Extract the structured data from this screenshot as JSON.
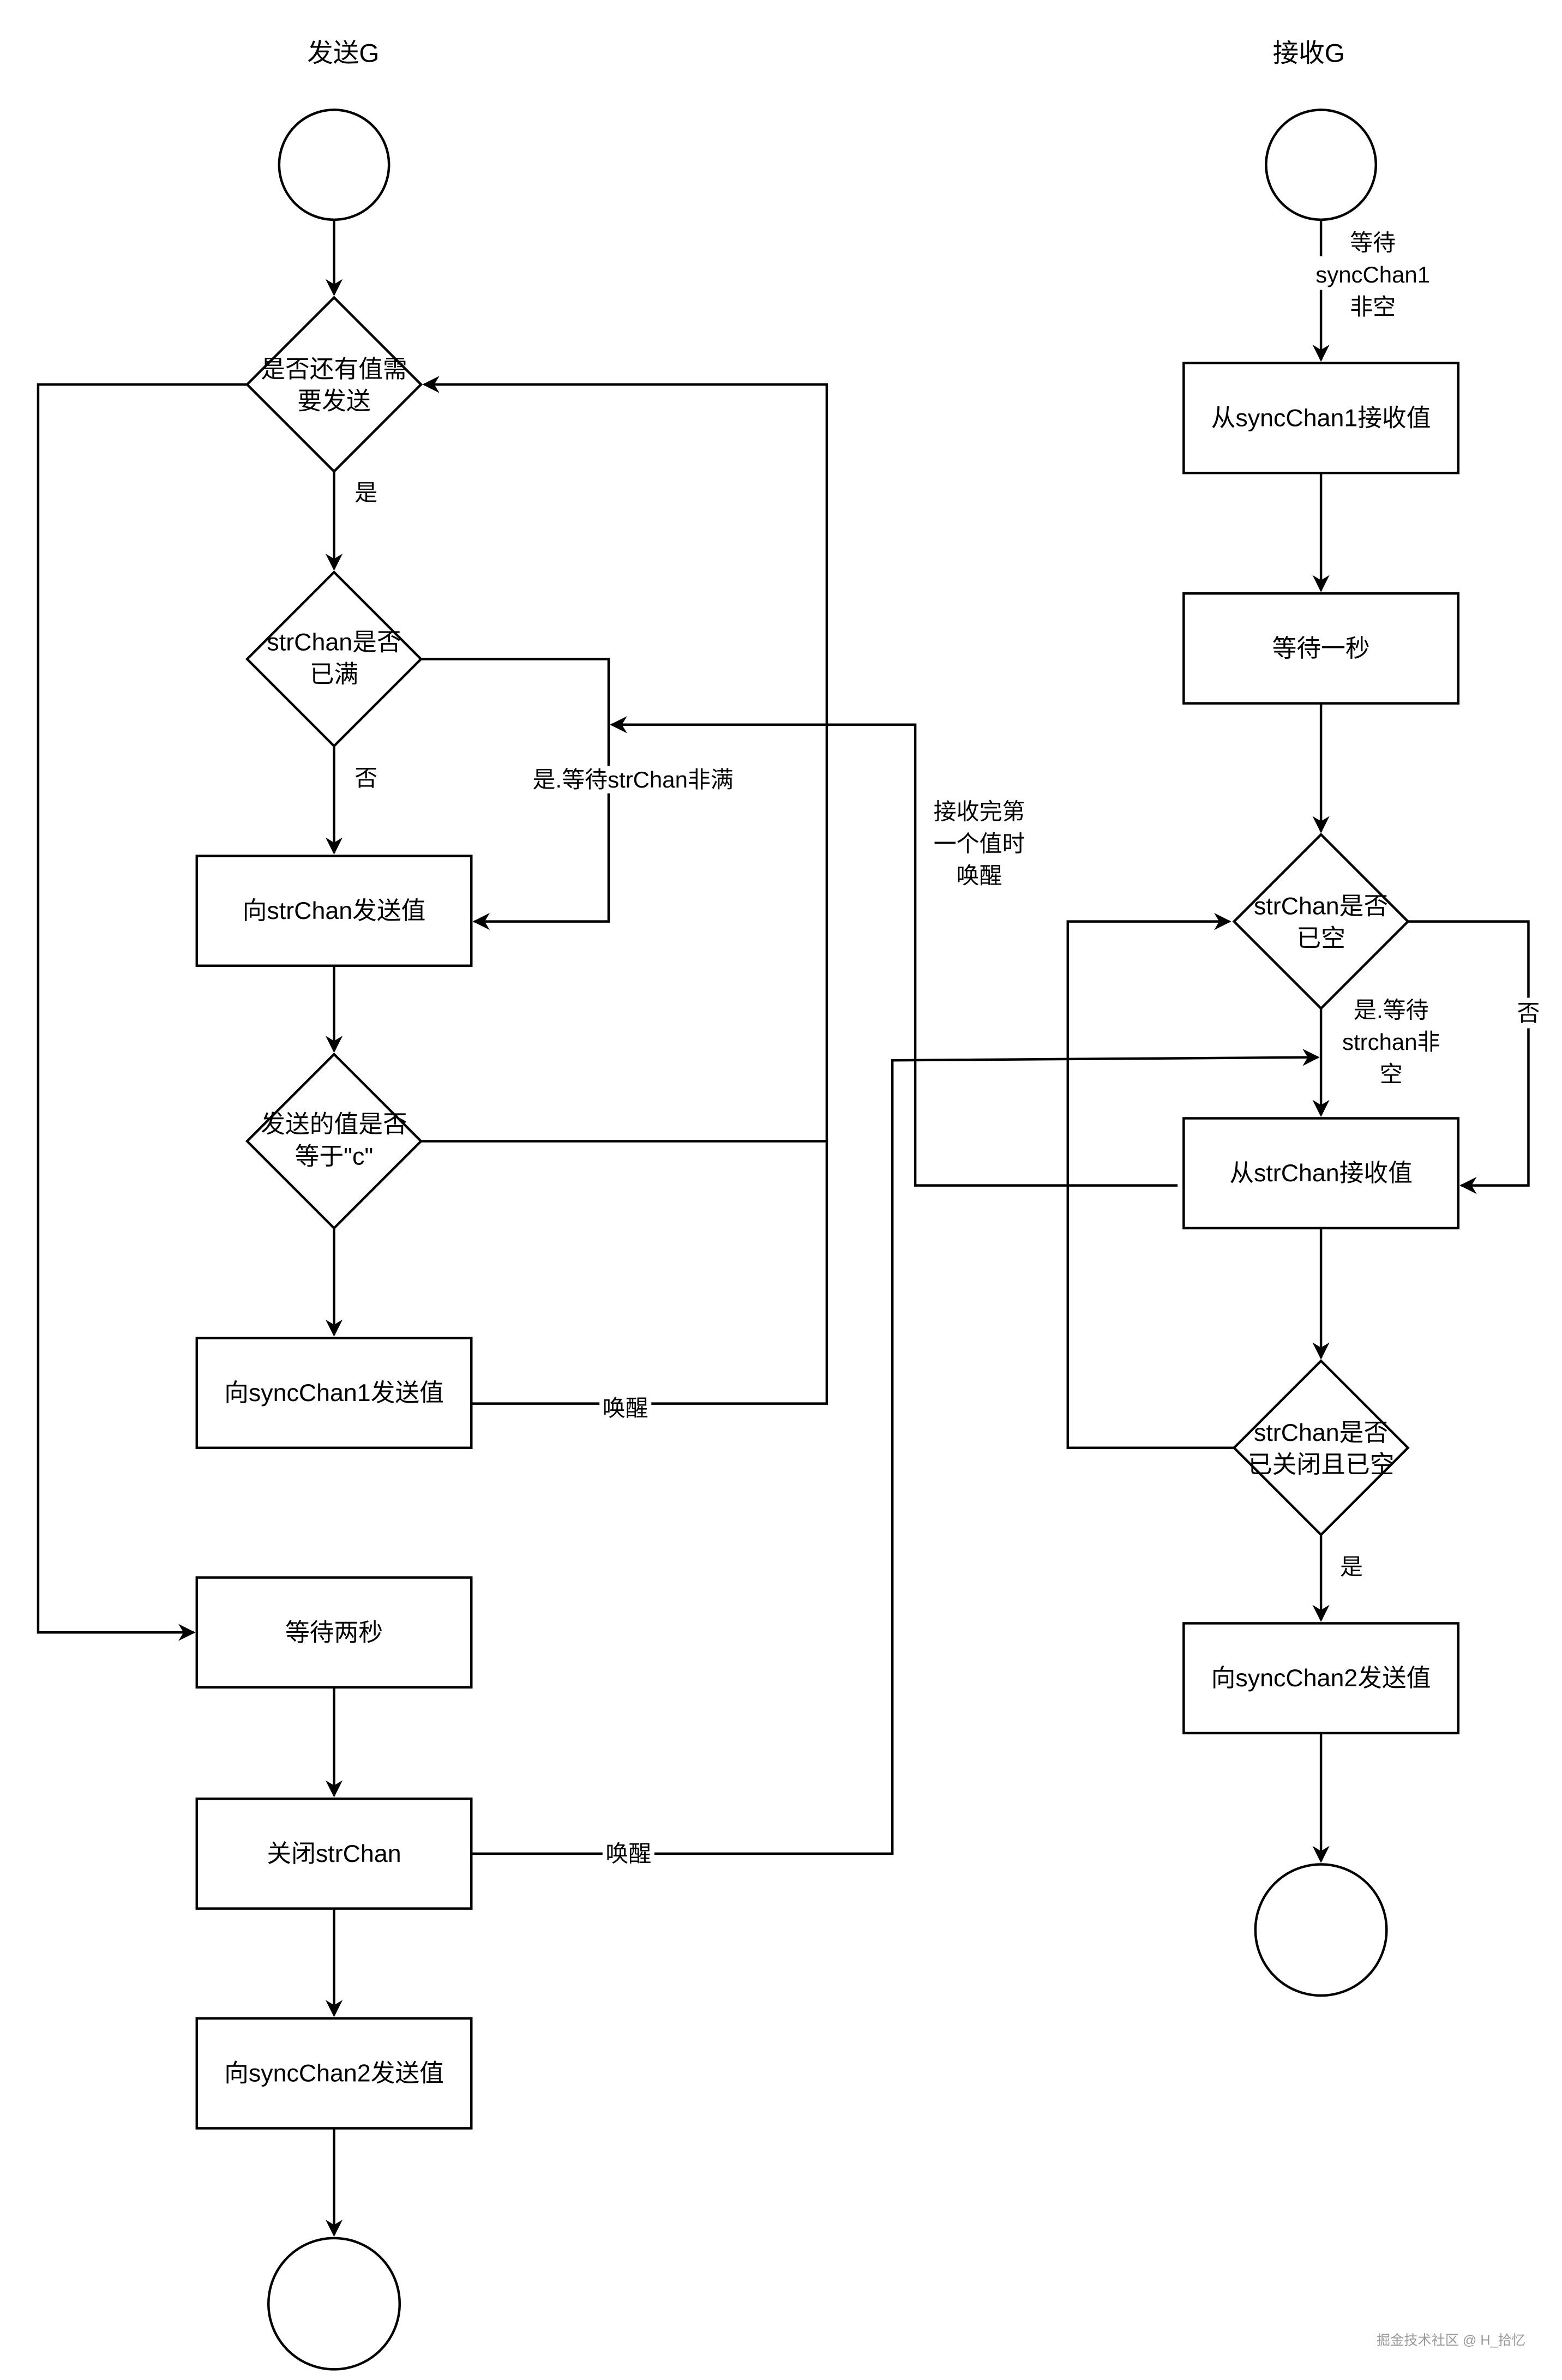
{
  "colors": {
    "stroke": "#000000",
    "background": "#ffffff",
    "watermark": "#9a9a9a"
  },
  "sender": {
    "title": "发送G",
    "nodes": {
      "has_more": [
        "是否还有值需",
        "要发送"
      ],
      "is_full": [
        "strChan是否",
        "已满"
      ],
      "send_str": "向strChan发送值",
      "is_c": [
        "发送的值是否",
        "等于\"c\""
      ],
      "send_sync1": "向syncChan1发送值",
      "wait_two": "等待两秒",
      "close_str": "关闭strChan",
      "send_sync2": "向syncChan2发送值"
    },
    "edge_labels": {
      "yes": "是",
      "no": "否",
      "wait_not_full": "是.等待strChan非满",
      "wake_sync1": "唤醒",
      "wake_close": "唤醒"
    }
  },
  "receiver": {
    "title": "接收G",
    "nodes": {
      "recv_sync1": "从syncChan1接收值",
      "wait_one": "等待一秒",
      "is_empty": [
        "strChan是否",
        "已空"
      ],
      "recv_str": "从strChan接收值",
      "closed_empty": [
        "strChan是否",
        "已关闭且已空"
      ],
      "send_sync2": "向syncChan2发送值"
    },
    "edge_labels": {
      "wait_sync1": [
        "等待",
        "syncChan1",
        "非空"
      ],
      "wait_not_empty": [
        "是.等待",
        "strchan非",
        "空"
      ],
      "no": "否",
      "yes": "是",
      "wake_first": [
        "接收完第",
        "一个值时",
        "唤醒"
      ]
    }
  },
  "watermark": "掘金技术社区 @ H_拾忆"
}
